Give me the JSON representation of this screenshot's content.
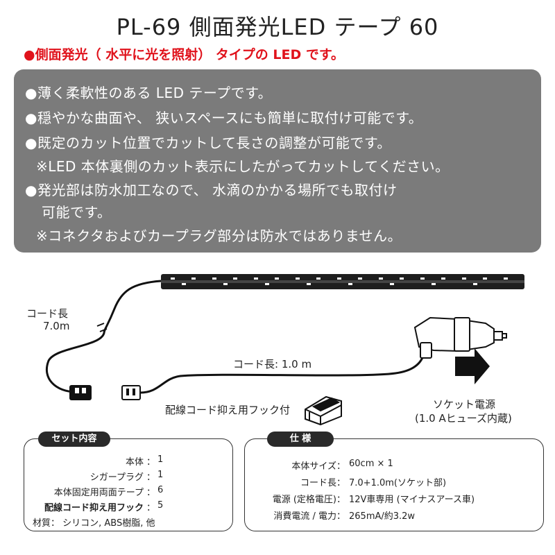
{
  "title": "PL-69 側面発光LED テープ 60",
  "red_note": "●側面発光（ 水平に光を照射） タイプの LED です。",
  "features": [
    "●薄く柔軟性のある LED テープです。",
    "●穏やかな曲面や、 狭いスペースにも簡単に取付け可能です。",
    "●既定のカット位置でカットして長さの調整が可能です。",
    "※LED 本体裏側のカット表示にしたがってカットしてください。",
    "●発光部は防水加工なので、 水滴のかかる場所でも取付け",
    "可能です。",
    "※コネクタおよびカープラグ部分は防水ではありません。"
  ],
  "diagram": {
    "cord_long_label": "コード長",
    "cord_long_value": "7.0m",
    "cord_short_label": "コード長: 1.0 m",
    "hook_label": "配線コード抑え用フック付",
    "socket_label": "ソケット電源",
    "socket_fuse": "(1.0 Aヒューズ内蔵)"
  },
  "set_panel": {
    "heading": "セット内容",
    "rows": [
      {
        "label": "本体",
        "value": "1"
      },
      {
        "label": "シガープラグ",
        "value": "1"
      },
      {
        "label": "本体固定用両面テープ",
        "value": "6"
      },
      {
        "label": "配線コード抑え用フック",
        "value": "5"
      }
    ],
    "material": "材質： シリコン, ABS樹脂, 他"
  },
  "spec_panel": {
    "heading": "仕 様",
    "rows": [
      {
        "label": "本体サイズ",
        "value": "60cm × 1"
      },
      {
        "label": "コード長",
        "value": "7.0+1.0m(ソケット部)"
      },
      {
        "label": "電源 (定格電圧)",
        "value": "12V車専用 (マイナスアース車)"
      },
      {
        "label": "消費電流 / 電力",
        "value": "265mA/約3.2w"
      }
    ]
  },
  "colors": {
    "red": "#e0121b",
    "gray_box": "#7b7b7b",
    "dark": "#2a2a2a"
  }
}
